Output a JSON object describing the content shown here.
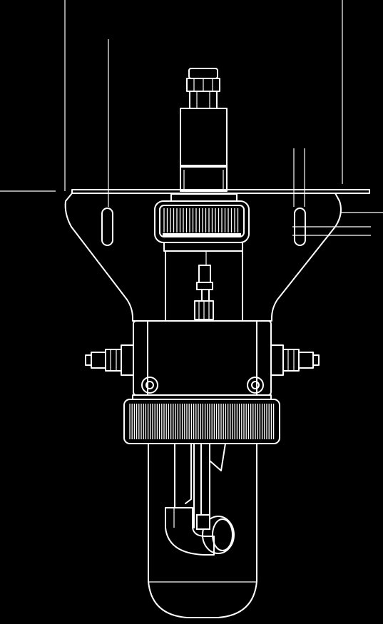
{
  "diagram": {
    "subject": "sensor-flow-assembly",
    "colors": {
      "background": "#000000",
      "line": "#ffffff"
    },
    "components": [
      "cable-gland",
      "sensor-housing",
      "mounting-plate",
      "mounting-slot-left",
      "mounting-slot-right",
      "knurled-nut-upper",
      "bracket",
      "center-shaft",
      "flow-block",
      "hose-fitting-left",
      "hose-fitting-right",
      "screw-left",
      "screw-right",
      "knurled-ring-lower",
      "measuring-cup",
      "elbow-tube"
    ]
  }
}
